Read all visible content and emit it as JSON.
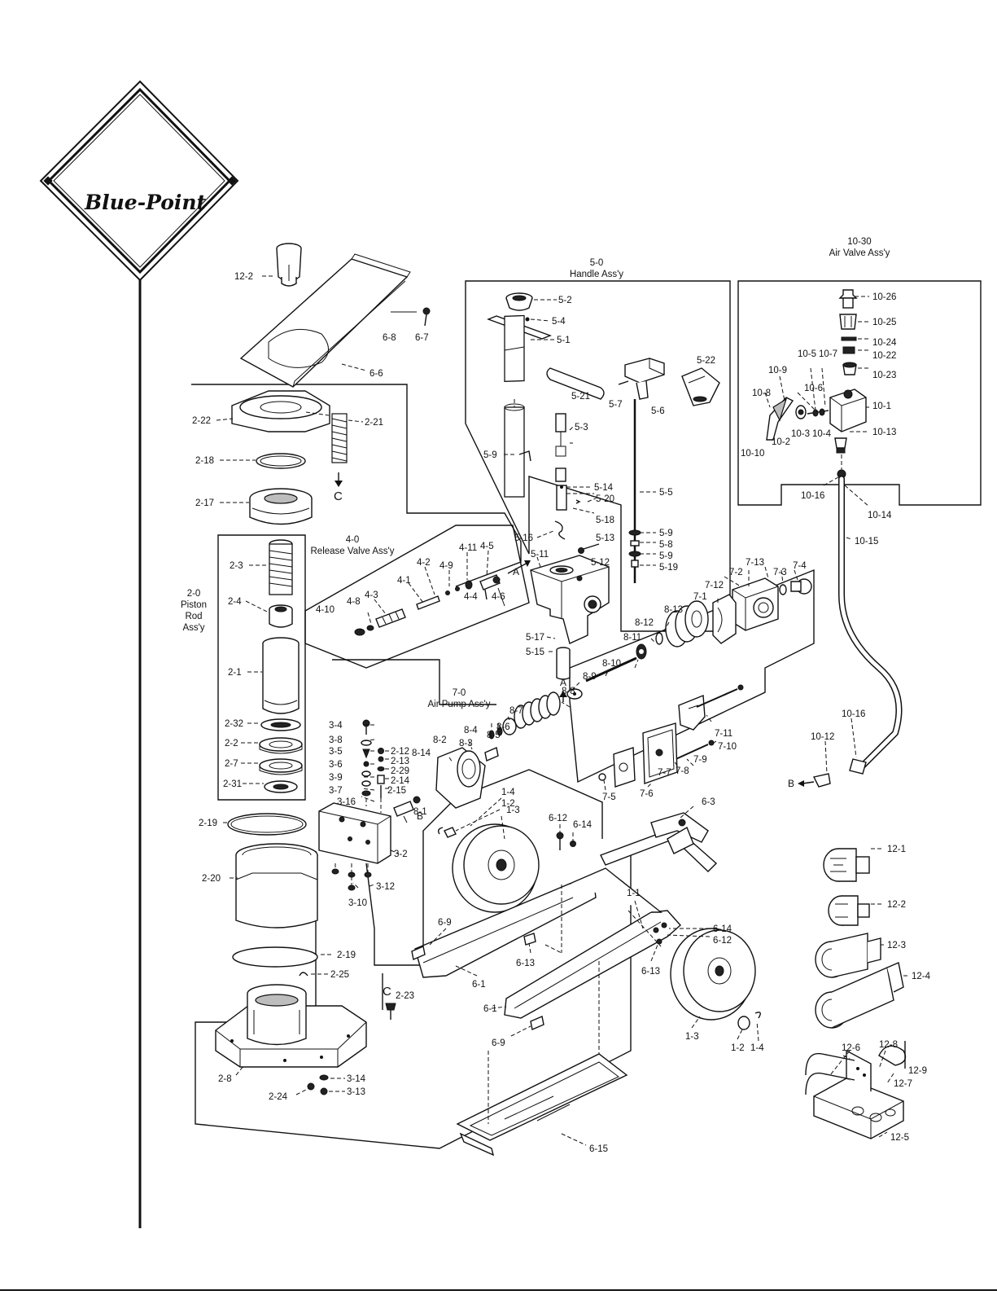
{
  "brand": {
    "name": "Blue-Point",
    "mark": "®"
  },
  "assemblies": {
    "handle": {
      "number": "5-0",
      "name": "Handle Ass'y"
    },
    "air_valve": {
      "number": "10-30",
      "name": "Air Valve Ass'y"
    },
    "release_valve": {
      "number": "4-0",
      "name": "Release Valve Ass'y"
    },
    "air_pump": {
      "number": "7-0",
      "name": "Air Pump Ass'y"
    },
    "piston_rod": {
      "number": "2-0",
      "line1": "Piston",
      "line2": "Rod",
      "line3": "Ass'y"
    }
  },
  "callouts": [
    {
      "id": "c1",
      "text": "12-2"
    },
    {
      "id": "c2",
      "text": "6-8"
    },
    {
      "id": "c3",
      "text": "6-7"
    },
    {
      "id": "c4",
      "text": "6-6"
    },
    {
      "id": "c5",
      "text": "2-22"
    },
    {
      "id": "c6",
      "text": "2-21"
    },
    {
      "id": "c7",
      "text": "2-18"
    },
    {
      "id": "c8",
      "text": "2-17"
    },
    {
      "id": "c9",
      "text": "2-3"
    },
    {
      "id": "c10",
      "text": "2-4"
    },
    {
      "id": "c11",
      "text": "2-1"
    },
    {
      "id": "c12",
      "text": "2-32"
    },
    {
      "id": "c13",
      "text": "2-2"
    },
    {
      "id": "c14",
      "text": "2-7"
    },
    {
      "id": "c15",
      "text": "2-31"
    },
    {
      "id": "c16",
      "text": "2-19"
    },
    {
      "id": "c17",
      "text": "2-20"
    },
    {
      "id": "c18",
      "text": "2-19"
    },
    {
      "id": "c19",
      "text": "2-25"
    },
    {
      "id": "c20",
      "text": "2-23"
    },
    {
      "id": "c21",
      "text": "2-8"
    },
    {
      "id": "c22",
      "text": "2-24"
    },
    {
      "id": "c23",
      "text": "3-14"
    },
    {
      "id": "c24",
      "text": "3-13"
    },
    {
      "id": "c25",
      "text": "5-2"
    },
    {
      "id": "c26",
      "text": "5-4"
    },
    {
      "id": "c27",
      "text": "5-1"
    },
    {
      "id": "c28",
      "text": "5-21"
    },
    {
      "id": "c29",
      "text": "5-7"
    },
    {
      "id": "c30",
      "text": "5-6"
    },
    {
      "id": "c31",
      "text": "5-22"
    },
    {
      "id": "c32",
      "text": "5-3"
    },
    {
      "id": "c33",
      "text": "5-9"
    },
    {
      "id": "c34",
      "text": "5-14"
    },
    {
      "id": "c35",
      "text": "5-20"
    },
    {
      "id": "c36",
      "text": "5-18"
    },
    {
      "id": "c37",
      "text": "5-16"
    },
    {
      "id": "c38",
      "text": "5-13"
    },
    {
      "id": "c39",
      "text": "5-11"
    },
    {
      "id": "c40",
      "text": "5-12"
    },
    {
      "id": "c41",
      "text": "5-17"
    },
    {
      "id": "c42",
      "text": "5-15"
    },
    {
      "id": "c43",
      "text": "5-5"
    },
    {
      "id": "c44",
      "text": "5-9"
    },
    {
      "id": "c45",
      "text": "5-8"
    },
    {
      "id": "c46",
      "text": "5-9"
    },
    {
      "id": "c47",
      "text": "5-19"
    },
    {
      "id": "c48",
      "text": "10-26"
    },
    {
      "id": "c49",
      "text": "10-25"
    },
    {
      "id": "c50",
      "text": "10-24"
    },
    {
      "id": "c51",
      "text": "10-22"
    },
    {
      "id": "c52",
      "text": "10-23"
    },
    {
      "id": "c53",
      "text": "10-5"
    },
    {
      "id": "c54",
      "text": "10-7"
    },
    {
      "id": "c55",
      "text": "10-9"
    },
    {
      "id": "c56",
      "text": "10-6"
    },
    {
      "id": "c57",
      "text": "10-8"
    },
    {
      "id": "c58",
      "text": "10-1"
    },
    {
      "id": "c59",
      "text": "10-13"
    },
    {
      "id": "c60",
      "text": "10-3"
    },
    {
      "id": "c61",
      "text": "10-4"
    },
    {
      "id": "c62",
      "text": "10-2"
    },
    {
      "id": "c63",
      "text": "10-10"
    },
    {
      "id": "c64",
      "text": "10-16"
    },
    {
      "id": "c65",
      "text": "10-14"
    },
    {
      "id": "c66",
      "text": "10-15"
    },
    {
      "id": "c67",
      "text": "10-16"
    },
    {
      "id": "c68",
      "text": "10-12"
    },
    {
      "id": "c69",
      "text": "4-5"
    },
    {
      "id": "c70",
      "text": "4-11"
    },
    {
      "id": "c71",
      "text": "4-9"
    },
    {
      "id": "c72",
      "text": "4-2"
    },
    {
      "id": "c73",
      "text": "4-1"
    },
    {
      "id": "c74",
      "text": "4-3"
    },
    {
      "id": "c75",
      "text": "4-8"
    },
    {
      "id": "c76",
      "text": "4-10"
    },
    {
      "id": "c77",
      "text": "4-4"
    },
    {
      "id": "c78",
      "text": "4-6"
    },
    {
      "id": "c79",
      "text": "7-4"
    },
    {
      "id": "c80",
      "text": "7-13"
    },
    {
      "id": "c81",
      "text": "7-2"
    },
    {
      "id": "c82",
      "text": "7-3"
    },
    {
      "id": "c83",
      "text": "7-12"
    },
    {
      "id": "c84",
      "text": "7-1"
    },
    {
      "id": "c85",
      "text": "8-12"
    },
    {
      "id": "c86",
      "text": "8-13"
    },
    {
      "id": "c87",
      "text": "8-11"
    },
    {
      "id": "c88",
      "text": "8-10"
    },
    {
      "id": "c89",
      "text": "8-9"
    },
    {
      "id": "c90",
      "text": "8-8"
    },
    {
      "id": "c91",
      "text": "8-7"
    },
    {
      "id": "c92",
      "text": "8-6"
    },
    {
      "id": "c93",
      "text": "8-5"
    },
    {
      "id": "c94",
      "text": "8-4"
    },
    {
      "id": "c95",
      "text": "8-3"
    },
    {
      "id": "c96",
      "text": "8-2"
    },
    {
      "id": "c97",
      "text": "8-14"
    },
    {
      "id": "c98",
      "text": "8-1"
    },
    {
      "id": "c99",
      "text": "7-11"
    },
    {
      "id": "c100",
      "text": "7-10"
    },
    {
      "id": "c101",
      "text": "7-9"
    },
    {
      "id": "c102",
      "text": "7-8"
    },
    {
      "id": "c103",
      "text": "7-7"
    },
    {
      "id": "c104",
      "text": "7-6"
    },
    {
      "id": "c105",
      "text": "7-5"
    },
    {
      "id": "c106",
      "text": "3-4"
    },
    {
      "id": "c107",
      "text": "3-8"
    },
    {
      "id": "c108",
      "text": "3-5"
    },
    {
      "id": "c109",
      "text": "3-6"
    },
    {
      "id": "c110",
      "text": "3-9"
    },
    {
      "id": "c111",
      "text": "3-7"
    },
    {
      "id": "c112",
      "text": "3-16"
    },
    {
      "id": "c113",
      "text": "2-12"
    },
    {
      "id": "c114",
      "text": "2-13"
    },
    {
      "id": "c115",
      "text": "2-29"
    },
    {
      "id": "c116",
      "text": "2-14"
    },
    {
      "id": "c117",
      "text": "2-15"
    },
    {
      "id": "c118",
      "text": "3-2"
    },
    {
      "id": "c119",
      "text": "3-12"
    },
    {
      "id": "c120",
      "text": "3-10"
    },
    {
      "id": "c121",
      "text": "1-4"
    },
    {
      "id": "c122",
      "text": "1-2"
    },
    {
      "id": "c123",
      "text": "1-3"
    },
    {
      "id": "c124",
      "text": "6-12"
    },
    {
      "id": "c125",
      "text": "6-14"
    },
    {
      "id": "c126",
      "text": "6-3"
    },
    {
      "id": "c127",
      "text": "1-1"
    },
    {
      "id": "c128",
      "text": "6-14"
    },
    {
      "id": "c129",
      "text": "6-12"
    },
    {
      "id": "c130",
      "text": "6-9"
    },
    {
      "id": "c131",
      "text": "6-13"
    },
    {
      "id": "c132",
      "text": "6-13"
    },
    {
      "id": "c133",
      "text": "6-1"
    },
    {
      "id": "c134",
      "text": "6-1"
    },
    {
      "id": "c135",
      "text": "6-9"
    },
    {
      "id": "c136",
      "text": "1-3"
    },
    {
      "id": "c137",
      "text": "1-2"
    },
    {
      "id": "c138",
      "text": "1-4"
    },
    {
      "id": "c139",
      "text": "6-15"
    },
    {
      "id": "c140",
      "text": "12-1"
    },
    {
      "id": "c141",
      "text": "12-2"
    },
    {
      "id": "c142",
      "text": "12-3"
    },
    {
      "id": "c143",
      "text": "12-4"
    },
    {
      "id": "c144",
      "text": "12-9"
    },
    {
      "id": "c145",
      "text": "12-6"
    },
    {
      "id": "c146",
      "text": "12-8"
    },
    {
      "id": "c147",
      "text": "12-7"
    },
    {
      "id": "c148",
      "text": "12-5"
    }
  ],
  "connector_letters": [
    {
      "id": "k1",
      "text": "C"
    },
    {
      "id": "k2",
      "text": "C"
    },
    {
      "id": "k3",
      "text": "A"
    },
    {
      "id": "k4",
      "text": "A"
    },
    {
      "id": "k5",
      "text": "B"
    },
    {
      "id": "k6",
      "text": "B"
    }
  ]
}
